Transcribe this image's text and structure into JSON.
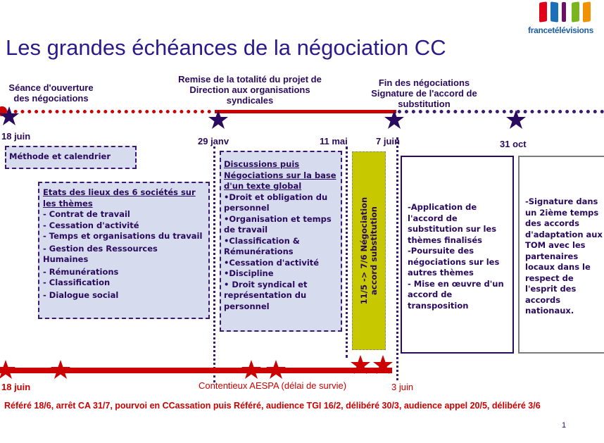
{
  "logo": {
    "text": "francetélévisions",
    "colors": [
      "#e2001a",
      "#1c6fb8",
      "#6b1062",
      "#7ab51d",
      "#f39200"
    ]
  },
  "title": "Les grandes échéances de la négociation CC",
  "colors": {
    "purple": "#2a0a5e",
    "red": "#cc0000",
    "box_fill": "#d6dcee",
    "yellow": "#c8c800"
  },
  "top_timeline": {
    "events": [
      {
        "label": "Séance d'ouverture des négociations",
        "date": "18 juin"
      },
      {
        "label": "Remise de la totalité du projet de Direction aux organisations syndicales",
        "date": "29 janv"
      },
      {
        "label": "Fin des négociations Signature de l'accord de substitution",
        "date": "7 juin"
      },
      {
        "label": "",
        "date": "31 oct"
      }
    ],
    "extra_date": "11 mai"
  },
  "boxes": {
    "methode": "Méthode et calendrier",
    "etats": {
      "heading": "Etats des lieux des 6 sociétés sur les thèmes",
      "items": [
        " - Contrat de travail",
        " - Cessation d'activité",
        " - Temps et organisations du travail",
        " - Gestion des Ressources Humaines",
        " - Rémunérations",
        " - Classification",
        " - Dialogue social"
      ]
    },
    "discussions": {
      "heading": "Discussions puis Négociations sur la base d'un texte global",
      "items": [
        "•Droit et obligation du personnel",
        "•Organisation et temps de travail",
        "•Classification & Rémunérations",
        "•Cessation d'activité",
        "•Discipline",
        "• Droit syndical et représentation du personnel"
      ]
    },
    "yellow": {
      "line1": "11/5 -> 7/6 Négociation",
      "line2": "accord substitution"
    },
    "application": [
      "-Application de l'accord de substitution sur les thèmes finalisés",
      "-Poursuite des négociations sur les autres thèmes",
      "- Mise en œuvre d'un accord de transposition"
    ],
    "signature": "-Signature dans un 2ième temps des accords d'adaptation aux TOM avec les partenaires locaux dans le respect de l'esprit des accords nationaux."
  },
  "bottom_timeline": {
    "start_date": "18 juin",
    "label": "Contentieux AESPA (délai de survie)",
    "end_date": "3 juin",
    "note": "Référé 18/6, arrêt CA 31/7, pourvoi en CCassation puis  Référé, audience TGI 16/2, délibéré 30/3, audience appel 20/5, délibéré 3/6"
  },
  "page_number": "1"
}
